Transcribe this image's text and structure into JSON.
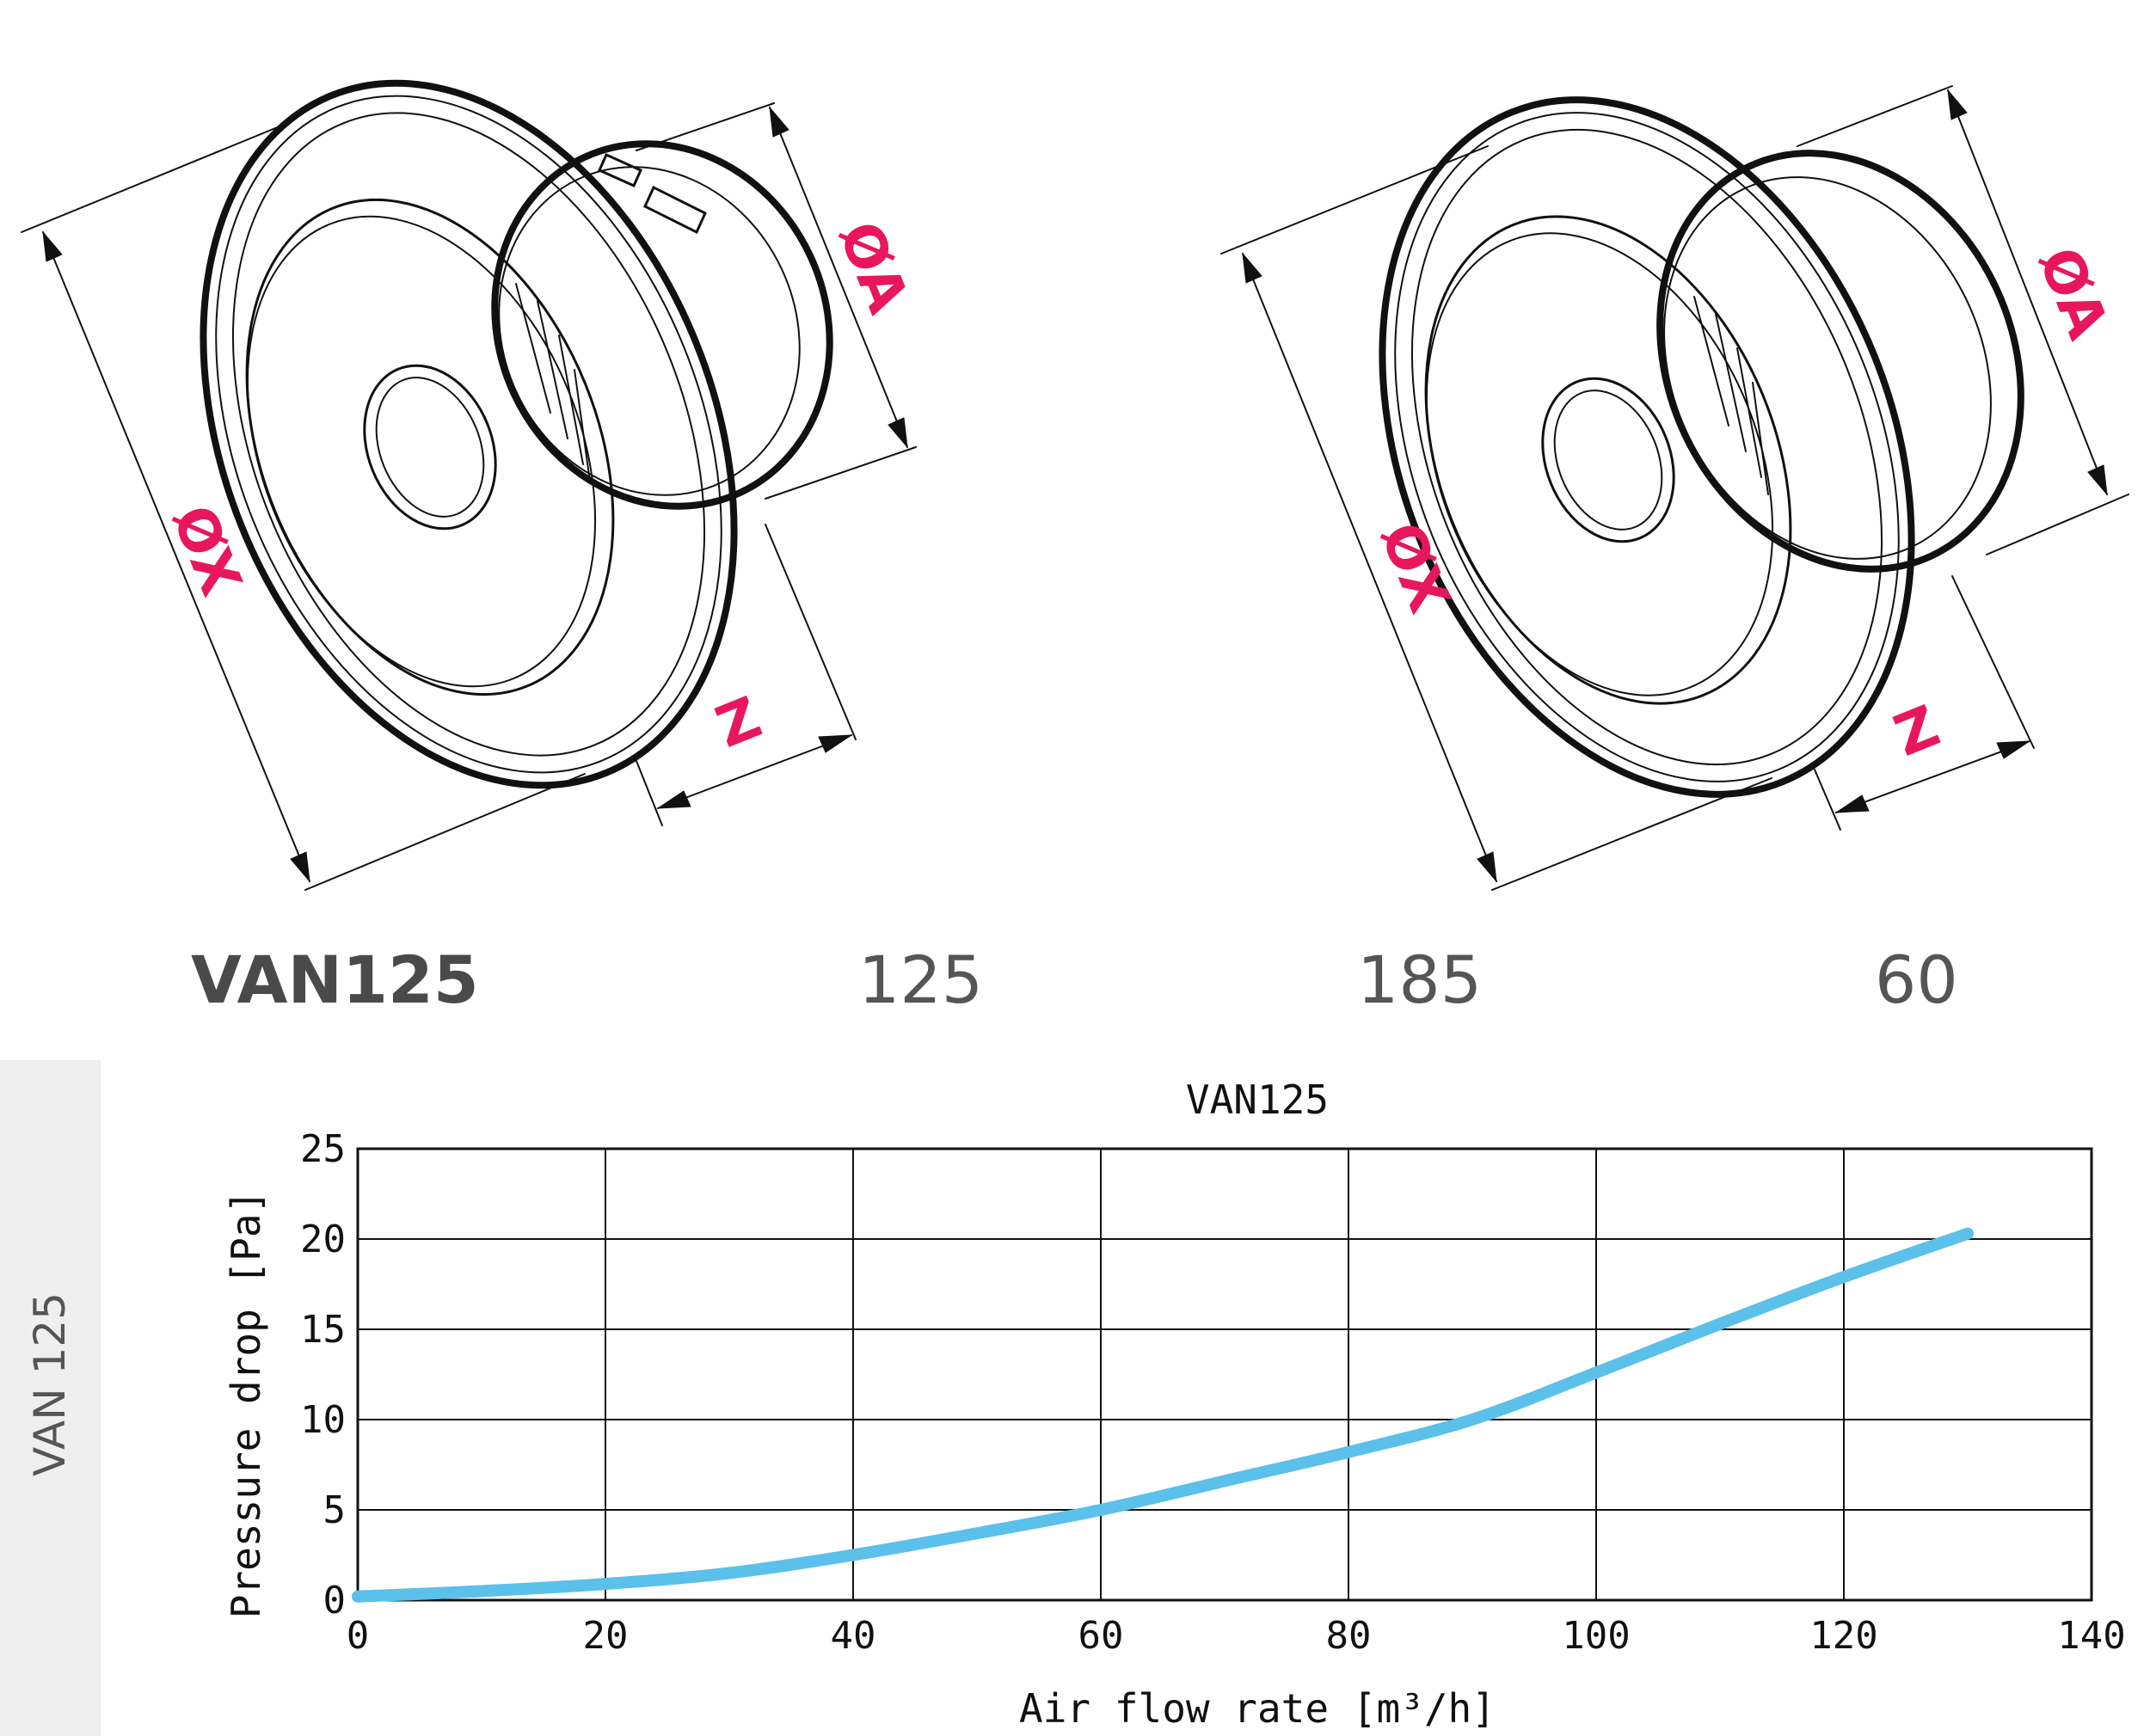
{
  "colors": {
    "dimension_label": "#e8175d",
    "curve": "#5bc0ea",
    "line": "#111111",
    "spec_text": "#555555",
    "side_tab_bg": "#efefef"
  },
  "drawings": [
    {
      "name": "outlet-with-clip",
      "labels": {
        "diameter_x": "ØX",
        "diameter_a": "ØA",
        "depth": "Z"
      }
    },
    {
      "name": "outlet",
      "labels": {
        "diameter_x": "ØX",
        "diameter_a": "ØA",
        "depth": "Z"
      }
    }
  ],
  "specs": {
    "model": "VAN125",
    "a": "125",
    "x": "185",
    "z": "60"
  },
  "side_tab": {
    "label": "VAN 125"
  },
  "chart_data": {
    "type": "line",
    "title": "VAN125",
    "xlabel": "Air flow rate [m³/h]",
    "ylabel": "Pressure drop [Pa]",
    "xlim": [
      0,
      140
    ],
    "ylim": [
      0,
      25
    ],
    "x_ticks": [
      0,
      20,
      40,
      60,
      80,
      100,
      120,
      140
    ],
    "y_ticks": [
      0,
      5,
      10,
      15,
      20,
      25
    ],
    "grid": true,
    "series": [
      {
        "x": [
          0,
          10,
          20,
          30,
          40,
          50,
          60,
          70,
          80,
          90,
          100,
          110,
          120,
          130
        ],
        "y": [
          0.2,
          0.5,
          0.9,
          1.5,
          2.5,
          3.7,
          5.0,
          6.6,
          8.2,
          10.0,
          12.6,
          15.3,
          17.9,
          20.3
        ]
      }
    ]
  }
}
